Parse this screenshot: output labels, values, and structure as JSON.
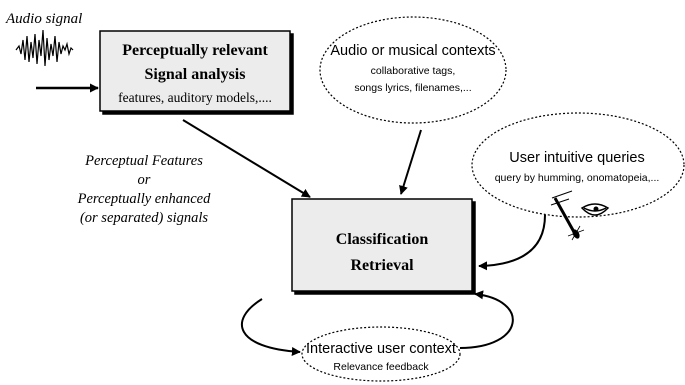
{
  "audio_signal_label": "Audio signal",
  "analysis_box": {
    "title_line1": "Perceptually relevant",
    "title_line2": "Signal analysis",
    "subtitle": "features, auditory models,...."
  },
  "contexts_bubble": {
    "title": "Audio or musical contexts",
    "line1": "collaborative tags,",
    "line2": "songs lyrics, filenames,..."
  },
  "queries_bubble": {
    "title": "User intuitive queries",
    "line1": "query by humming, onomatopeia,..."
  },
  "features_caption": {
    "line1": "Perceptual Features",
    "line2": "or",
    "line3": "Perceptually enhanced",
    "line4": "(or separated) signals"
  },
  "classification_box": {
    "line1": "Classification",
    "line2": "Retrieval"
  },
  "feedback_bubble": {
    "title": "Interactive user context",
    "line1": "Relevance feedback"
  },
  "colors": {
    "box_fill": "#ececec",
    "stroke": "#000000",
    "background": "#ffffff"
  },
  "icons": [
    "waveform-icon",
    "microphone-icon",
    "mouth-icon"
  ]
}
